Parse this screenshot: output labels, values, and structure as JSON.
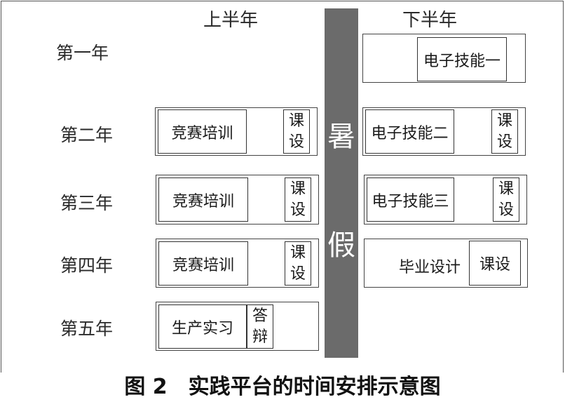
{
  "headers": {
    "first_half": "上半年",
    "second_half": "下半年"
  },
  "years": {
    "y1": "第一年",
    "y2": "第二年",
    "y3": "第三年",
    "y4": "第四年",
    "y5": "第五年"
  },
  "summer_break": [
    "暑",
    "假"
  ],
  "first_half": {
    "y2": {
      "main": "竞赛培训",
      "side": [
        "课",
        "设"
      ]
    },
    "y3": {
      "main": "竞赛培训",
      "side": [
        "课",
        "设"
      ]
    },
    "y4": {
      "main": "竞赛培训",
      "side": [
        "课",
        "设"
      ]
    },
    "y5": {
      "main": "生产实习",
      "side": [
        "答",
        "辩"
      ]
    }
  },
  "second_half": {
    "y1": {
      "main": "电子技能一"
    },
    "y2": {
      "main": "电子技能二",
      "side": [
        "课",
        "设"
      ]
    },
    "y3": {
      "main": "电子技能三",
      "side": [
        "课",
        "设"
      ]
    },
    "y4": {
      "main": "毕业设计",
      "side": "课设"
    }
  },
  "caption": "图 2　实践平台的时间安排示意图"
}
